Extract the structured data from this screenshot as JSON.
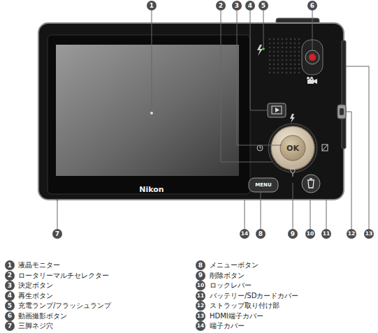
{
  "diagram": {
    "nodes": [
      {
        "text": [
          "1"
        ]
      },
      {
        "text": [
          "2"
        ]
      },
      {
        "text": [
          "3"
        ]
      },
      {
        "text": [
          "4"
        ]
      },
      {
        "text": [
          "5"
        ]
      },
      {
        "text": [
          "6"
        ]
      },
      {
        "text": [
          "7"
        ]
      },
      {
        "text": [
          "14"
        ]
      },
      {
        "text": [
          "8"
        ]
      },
      {
        "text": [
          "9"
        ]
      },
      {
        "text": [
          "10"
        ]
      },
      {
        "text": [
          "11"
        ]
      },
      {
        "text": [
          "12"
        ]
      },
      {
        "text": [
          "13"
        ]
      },
      {
        "text": [
          "1"
        ]
      },
      {
        "text": [
          "2"
        ]
      },
      {
        "text": [
          "3"
        ]
      },
      {
        "text": [
          "4"
        ]
      },
      {
        "text": [
          "5"
        ]
      },
      {
        "text": [
          "6"
        ]
      },
      {
        "text": [
          "7"
        ]
      },
      {
        "text": [
          "8"
        ]
      },
      {
        "text": [
          "9"
        ]
      },
      {
        "text": [
          "10"
        ]
      },
      {
        "text": [
          "11"
        ]
      },
      {
        "text": [
          "12"
        ]
      },
      {
        "text": [
          "13"
        ]
      },
      {
        "text": [
          "14"
        ]
      }
    ],
    "labels": [
      "OK",
      "MENU",
      "Nikon",
      "液晶モニター",
      "ロータリーマルチセレクター",
      "決定ボタン",
      "再生ボタン",
      "充電ランプ/フラッシュランプ",
      "動画撮影ボタン",
      "三脚ネジ穴",
      "メニューボタン",
      "削除ボタン",
      "ロックレバー",
      "バッテリー/SDカードカバー",
      "ストラップ取り付け部",
      "HDMI端子カバー",
      "端子カバー"
    ]
  }
}
